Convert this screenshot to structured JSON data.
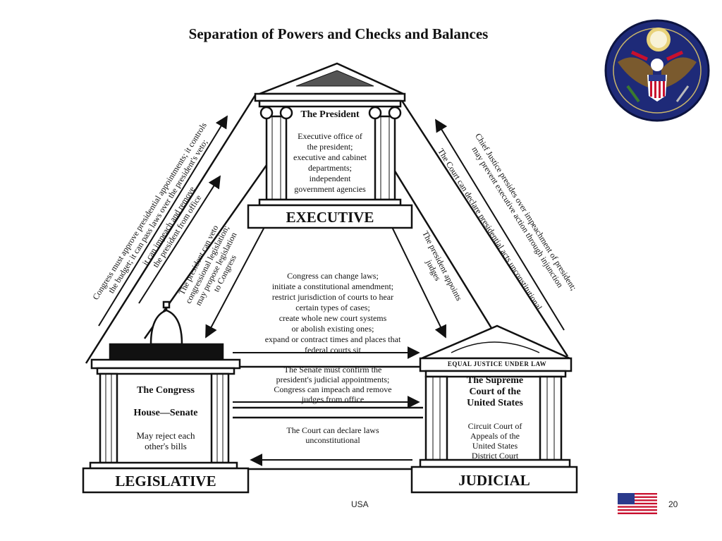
{
  "title": "Separation of Powers and Checks and Balances",
  "executive": {
    "heading": "The President",
    "body": [
      "Executive office of",
      "the president;",
      "executive and cabinet",
      "departments;",
      "independent",
      "government agencies"
    ],
    "label": "EXECUTIVE"
  },
  "legislative": {
    "heading": "The Congress",
    "sub": "House—Senate",
    "body": [
      "May reject each",
      "other's bills"
    ],
    "label": "LEGISLATIVE"
  },
  "judicial": {
    "motto": "EQUAL JUSTICE UNDER LAW",
    "heading": [
      "The Supreme",
      "Court of the",
      "United States"
    ],
    "body": [
      "Circuit Court of",
      "Appeals of the",
      "United States",
      "District Court"
    ],
    "label": "JUDICIAL"
  },
  "arrows": {
    "leg_to_exec_outer": [
      "Congress must approve presidential appointments; it controls",
      "the budget; it can pass laws over the president's veto;"
    ],
    "leg_to_exec_inner": [
      "it can impeach and remove",
      "the president from office"
    ],
    "exec_to_leg": [
      "The president can veto",
      "congressional legislation;",
      "may propose legislation",
      "to Congress"
    ],
    "jud_to_exec_outer": [
      "Chief Justice presides over impeachment of president;",
      "may prevent executive action through injunction"
    ],
    "jud_to_exec_inner": "The Court can declare presidential acts unconstitutional",
    "exec_to_jud": [
      "The president appoints",
      "judges"
    ],
    "leg_to_jud_1": [
      "Congress can change laws;",
      "initiate a constitutional amendment;",
      "restrict jurisdiction of courts to hear",
      "certain types of cases;",
      "create whole new court systems",
      "or abolish existing ones;",
      "expand or contract times and places that",
      "federal courts sit"
    ],
    "leg_to_jud_2": [
      "The Senate must confirm the",
      "president's judicial appointments;",
      "Congress can impeach and remove",
      "judges from office"
    ],
    "jud_to_leg": [
      "The Court can declare laws",
      "unconstitutional"
    ]
  },
  "footer": {
    "center": "USA",
    "page": "20"
  },
  "icons": [
    "seal-icon",
    "us-flag-icon"
  ],
  "colors": {
    "seal_blue": "#1e2a78",
    "flag_red": "#c8102e",
    "flag_blue": "#2b3a8c"
  }
}
